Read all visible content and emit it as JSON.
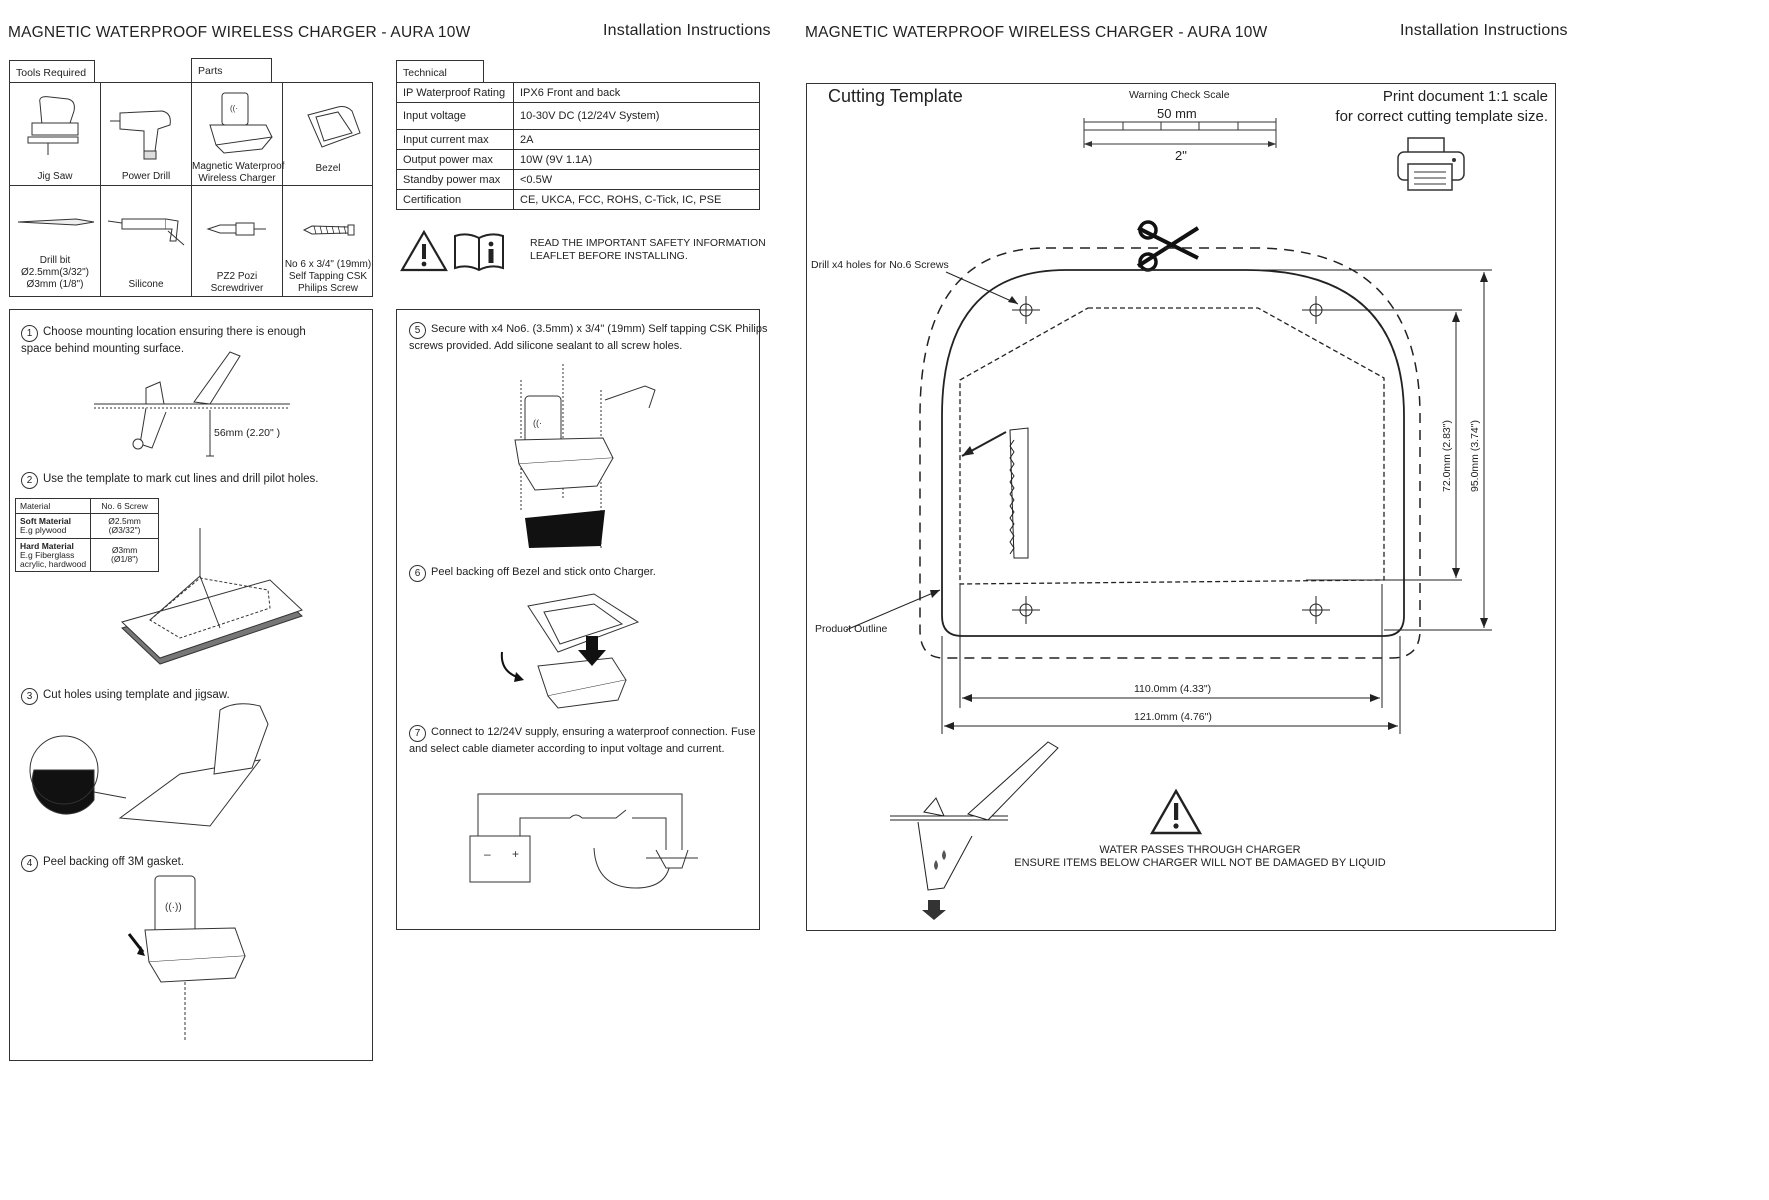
{
  "left_header": {
    "title": "MAGNETIC WATERPROOF WIRELESS CHARGER - AURA 10W",
    "subtitle": "Installation Instructions"
  },
  "right_header": {
    "title": "MAGNETIC WATERPROOF WIRELESS CHARGER - AURA 10W",
    "subtitle": "Installation Instructions"
  },
  "tools": {
    "label": "Tools Required",
    "items": [
      "Jig Saw",
      "Power Drill",
      "Drill bit\nØ2.5mm(3/32\")\nØ3mm (1/8\")",
      "Silicone",
      "PZ2 Pozi\nScrewdriver",
      "No 6 x 3/4\" (19mm)\nSelf Tapping CSK\nPhilips Screw"
    ]
  },
  "parts": {
    "label": "Parts",
    "items": [
      "Magnetic Waterproof\nWireless Charger",
      "Bezel"
    ]
  },
  "technical": {
    "label": "Technical",
    "rows": [
      [
        "IP Waterproof Rating",
        "IPX6 Front and back"
      ],
      [
        "Input voltage",
        "10-30V DC (12/24V System)"
      ],
      [
        "Input current max",
        "2A"
      ],
      [
        "Output power max",
        "10W (9V 1.1A)"
      ],
      [
        "Standby power max",
        "<0.5W"
      ],
      [
        "Certification",
        "CE, UKCA, FCC, ROHS, C-Tick, IC, PSE"
      ]
    ]
  },
  "safety": {
    "text": "READ THE IMPORTANT SAFETY INFORMATION\nLEAFLET BEFORE INSTALLING."
  },
  "steps": {
    "s1": {
      "n": "1",
      "text": "Choose mounting location ensuring there is enough\nspace behind mounting surface.",
      "dim": "56mm (2.20\" )"
    },
    "s2": {
      "n": "2",
      "text": "Use the template to mark cut lines and drill pilot holes."
    },
    "s3": {
      "n": "3",
      "text": "Cut holes using template and jigsaw."
    },
    "s4": {
      "n": "4",
      "text": "Peel backing off 3M gasket."
    },
    "s5": {
      "n": "5",
      "text": "Secure with x4 No6. (3.5mm) x 3/4\" (19mm) Self tapping CSK Philips\nscrews provided. Add silicone sealant to all screw holes."
    },
    "s6": {
      "n": "6",
      "text": "Peel backing off Bezel and stick onto Charger."
    },
    "s7": {
      "n": "7",
      "text": "Connect to 12/24V supply, ensuring a waterproof connection. Fuse\nand select cable diameter according to input voltage and current."
    }
  },
  "material_table": {
    "headers": [
      "Material",
      "No. 6 Screw"
    ],
    "rows": [
      [
        "Soft Material",
        "E.g plywood",
        "Ø2.5mm",
        "(Ø3/32\")"
      ],
      [
        "Hard Material",
        "E.g Fiberglass\nacrylic, hardwood",
        "Ø3mm",
        "(Ø1/8\")"
      ]
    ]
  },
  "template": {
    "title": "Cutting Template",
    "scale_title": "Warning Check Scale",
    "scale_mm": "50 mm",
    "scale_in": "2\"",
    "print_note": "Print document 1:1 scale\nfor correct cutting template size.",
    "drill_note": "Drill x4 holes for No.6 Screws",
    "product_outline": "Product Outline",
    "dim_inner_w": "110.0mm (4.33\")",
    "dim_outer_w": "121.0mm (4.76\")",
    "dim_inner_h": "72.0mm (2.83\")",
    "dim_outer_h": "95.0mm (3.74\")",
    "water_warning": "WATER PASSES THROUGH CHARGER\nENSURE ITEMS BELOW CHARGER WILL NOT BE DAMAGED BY LIQUID"
  }
}
